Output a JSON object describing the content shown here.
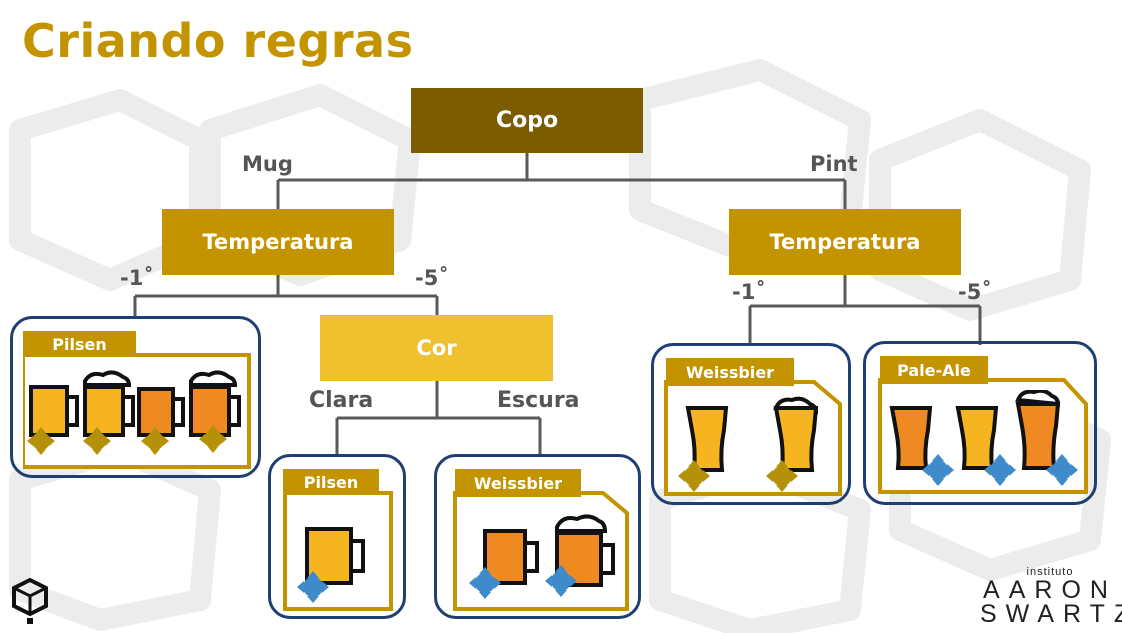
{
  "title": "Criando regras",
  "tree": {
    "root": "Copo",
    "left_branch_label": "Mug",
    "right_branch_label": "Pint",
    "left_node": "Temperatura",
    "right_node": "Temperatura",
    "left_cold_label": "-1˚",
    "left_warm_label": "-5˚",
    "right_cold_label": "-1˚",
    "right_warm_label": "-5˚",
    "cor_node": "Cor",
    "clara_label": "Clara",
    "escura_label": "Escura"
  },
  "leaves": {
    "mug_cold": "Pilsen",
    "clara": "Pilsen",
    "escura": "Weissbier",
    "pint_cold": "Weissbier",
    "pint_warm": "Pale-Ale"
  },
  "colors": {
    "title": "#c49400",
    "root_node": "#7b5c00",
    "temp_node": "#c49400",
    "cor_node": "#f0c12f",
    "leaf_border": "#1f3f73",
    "folder": "#c49400",
    "light_beer": "#f6b520",
    "dark_beer": "#ef8a23",
    "blue_marker": "#3e8acb",
    "gold_marker": "#b59109"
  },
  "icons": [
    "mug-icon",
    "pint-glass-icon",
    "target-marker-icon",
    "cube-logo-icon"
  ],
  "brand": {
    "prefix": "instituto",
    "line1": "AARON",
    "line2": "SWARTZ"
  }
}
